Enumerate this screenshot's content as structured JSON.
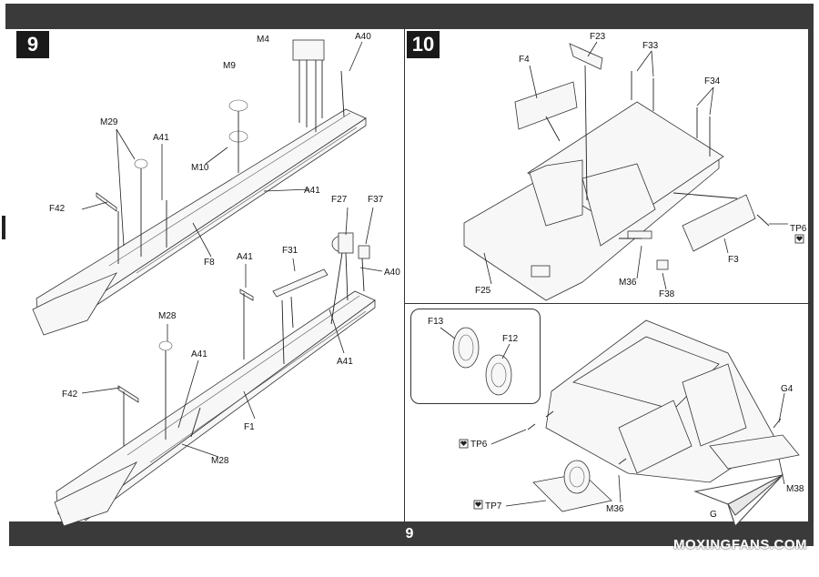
{
  "page": {
    "number": "9"
  },
  "steps": {
    "step9": "9",
    "step10": "10"
  },
  "step9_labels": {
    "M4": "M4",
    "A40_top": "A40",
    "M9": "M9",
    "M29": "M29",
    "A41_a": "A41",
    "M10": "M10",
    "A41_b": "A41",
    "F42_a": "F42",
    "F8": "F8",
    "F27": "F27",
    "F37": "F37",
    "A41_c": "A41",
    "F31": "F31",
    "A40_mid": "A40",
    "M28_a": "M28",
    "A41_d": "A41",
    "A41_e": "A41",
    "F42_b": "F42",
    "F1": "F1",
    "M28_b": "M28"
  },
  "step10_labels": {
    "F23": "F23",
    "F33": "F33",
    "F4": "F4",
    "F34": "F34",
    "TP6_a": "TP6",
    "F3": "F3",
    "F25": "F25",
    "M36_a": "M36",
    "F38": "F38"
  },
  "step11_labels": {
    "F13": "F13",
    "F12": "F12",
    "G4": "G4",
    "TP6_b": "TP6",
    "M38": "M38",
    "M36_b": "M36",
    "TP7": "TP7",
    "G_partial": "G"
  },
  "watermark": "MOXINGFANS.COM",
  "icons": {
    "tp_marker": "heart-box-icon",
    "logo": "paper-plane-logo-icon"
  }
}
